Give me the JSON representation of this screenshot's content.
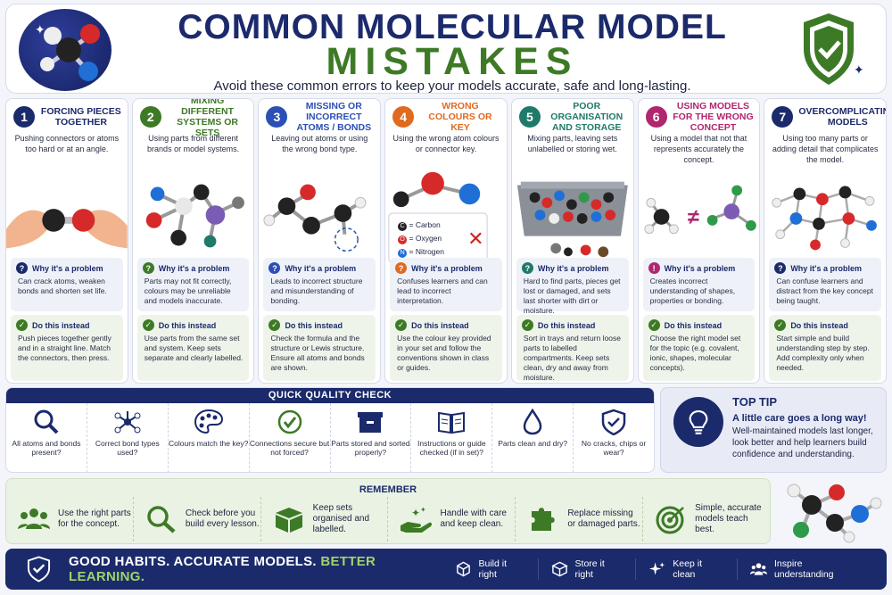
{
  "header": {
    "title_line1": "COMMON MOLECULAR MODEL",
    "title_line2": "MISTAKES",
    "subtitle": "Avoid these common errors to keep your models accurate, safe and long-lasting."
  },
  "colors": {
    "navy": "#1b2a6b",
    "green": "#3d7a26",
    "c1": "#1b2a6b",
    "c2": "#3d7a26",
    "c3": "#2b4fb5",
    "c4": "#e06a1f",
    "c5": "#1f7a6a",
    "c6": "#b0266f",
    "c7": "#1b2a6b"
  },
  "mistakes": [
    {
      "number": "1",
      "title": "Forcing pieces together",
      "description": "Pushing connectors or atoms too hard or at an angle.",
      "why_label": "Why it's a problem",
      "why_text": "Can crack atoms, weaken bonds and shorten set life.",
      "fix_label": "Do this instead",
      "fix_text": "Push pieces together gently and in a straight line. Match the connectors, then press."
    },
    {
      "number": "2",
      "title": "Mixing different systems or sets",
      "description": "Using parts from different brands or model systems.",
      "why_label": "Why it's a problem",
      "why_text": "Parts may not fit correctly, colours may be unreliable and models inaccurate.",
      "fix_label": "Do this instead",
      "fix_text": "Use parts from the same set and system. Keep sets separate and clearly labelled."
    },
    {
      "number": "3",
      "title": "Missing or incorrect atoms / bonds",
      "description": "Leaving out atoms or using the wrong bond type.",
      "why_label": "Why it's a problem",
      "why_text": "Leads to incorrect structure and misunderstanding of bonding.",
      "fix_label": "Do this instead",
      "fix_text": "Check the formula and the structure or Lewis structure. Ensure all atoms and bonds are shown."
    },
    {
      "number": "4",
      "title": "Wrong colours or key",
      "description": "Using the wrong atom colours or connector key.",
      "legend": [
        {
          "symbol": "C",
          "label": "= Carbon"
        },
        {
          "symbol": "O",
          "label": "= Oxygen"
        },
        {
          "symbol": "N",
          "label": "= Nitrogen"
        }
      ],
      "why_label": "Why it's a problem",
      "why_text": "Confuses learners and can lead to incorrect interpretation.",
      "fix_label": "Do this instead",
      "fix_text": "Use the colour key provided in your set and follow the conventions shown in class or guides."
    },
    {
      "number": "5",
      "title": "Poor organisation and storage",
      "description": "Mixing parts, leaving sets unlabelled or storing wet.",
      "why_label": "Why it's a problem",
      "why_text": "Hard to find parts, pieces get lost or damaged, and sets last shorter with dirt or moisture.",
      "fix_label": "Do this instead",
      "fix_text": "Sort in trays and return loose parts to labelled compartments. Keep sets clean, dry and away from moisture."
    },
    {
      "number": "6",
      "title": "Using models for the wrong concept",
      "description": "Using a model that not that represents accurately the concept.",
      "why_label": "Why it's a problem",
      "why_text": "Creates incorrect understanding of shapes, properties or bonding.",
      "fix_label": "Do this instead",
      "fix_text": "Choose the right model set for the topic (e.g. covalent, ionic, shapes, molecular concepts)."
    },
    {
      "number": "7",
      "title": "Overcomplicating models",
      "description": "Using too many parts or adding detail that complicates the model.",
      "why_label": "Why it's a problem",
      "why_text": "Can confuse learners and distract from the key concept being taught.",
      "fix_label": "Do this instead",
      "fix_text": "Start simple and build understanding step by step. Add complexity only when needed."
    }
  ],
  "quick_check": {
    "title": "QUICK QUALITY CHECK",
    "items": [
      {
        "icon": "magnifier-icon",
        "label": "All atoms and bonds present?"
      },
      {
        "icon": "molecule-icon",
        "label": "Correct bond types used?"
      },
      {
        "icon": "palette-icon",
        "label": "Colours match the key?"
      },
      {
        "icon": "check-circle-icon",
        "label": "Connections secure but not forced?"
      },
      {
        "icon": "box-icon",
        "label": "Parts stored and sorted properly?"
      },
      {
        "icon": "book-icon",
        "label": "Instructions or guide checked (if in set)?"
      },
      {
        "icon": "droplet-icon",
        "label": "Parts clean and dry?"
      },
      {
        "icon": "shield-check-icon",
        "label": "No cracks, chips or wear?"
      }
    ]
  },
  "top_tip": {
    "title": "TOP TIP",
    "headline": "A little care goes a long way!",
    "text": "Well-maintained models last longer, look better and help learners build confidence and understanding."
  },
  "remember": {
    "title": "REMEMBER",
    "items": [
      {
        "icon": "people-icon",
        "label": "Use the right parts for the concept."
      },
      {
        "icon": "magnifier-icon",
        "label": "Check before you build every lesson."
      },
      {
        "icon": "box-icon",
        "label": "Keep sets organised and labelled."
      },
      {
        "icon": "hand-care-icon",
        "label": "Handle with care and keep clean."
      },
      {
        "icon": "puzzle-icon",
        "label": "Replace missing or damaged parts."
      },
      {
        "icon": "target-icon",
        "label": "Simple, accurate models teach best."
      }
    ]
  },
  "footer": {
    "slogan_white": "GOOD HABITS. ACCURATE MODELS.",
    "slogan_green": "BETTER LEARNING.",
    "links": [
      {
        "icon": "cube-icon",
        "label": "Build it right"
      },
      {
        "icon": "storage-box-icon",
        "label": "Store it right"
      },
      {
        "icon": "sparkle-icon",
        "label": "Keep it clean"
      },
      {
        "icon": "people-icon",
        "label": "Inspire understanding"
      }
    ]
  }
}
